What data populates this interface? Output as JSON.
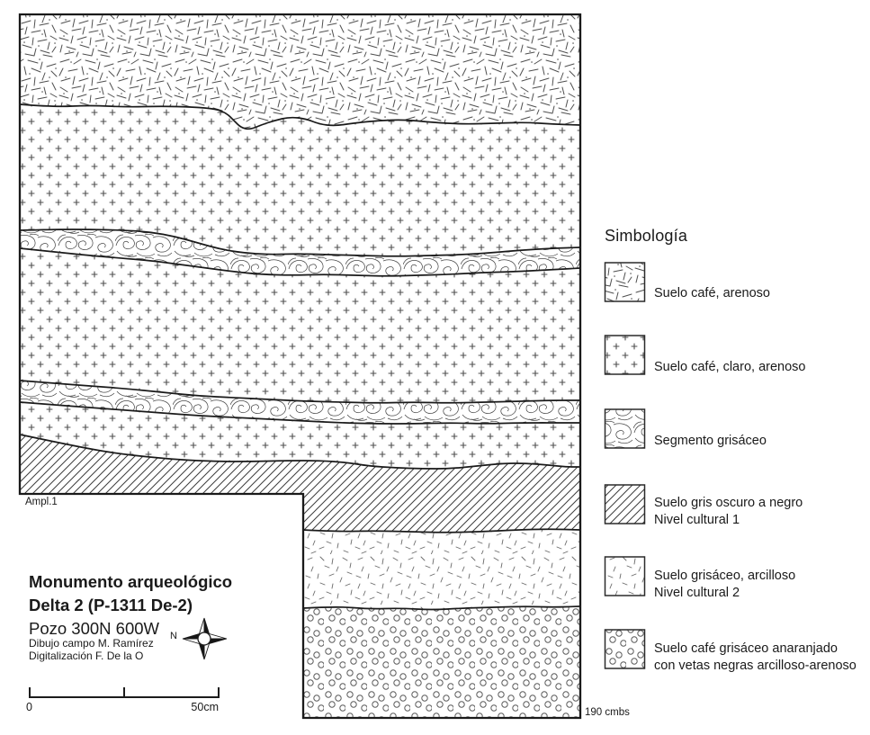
{
  "legend": {
    "title": "Simbología",
    "items": [
      {
        "pattern": "dashes",
        "line1": "Suelo café, arenoso",
        "line2": ""
      },
      {
        "pattern": "plus",
        "line1": "Suelo café, claro, arenoso",
        "line2": ""
      },
      {
        "pattern": "swirls",
        "line1": "Segmento grisáceo",
        "line2": ""
      },
      {
        "pattern": "hatch",
        "line1": "Suelo gris oscuro a negro",
        "line2": "Nivel cultural 1"
      },
      {
        "pattern": "sparse-dashes",
        "line1": "Suelo grisáceo, arcilloso",
        "line2": "Nivel cultural 2"
      },
      {
        "pattern": "circles",
        "line1": "Suelo café grisáceo anaranjado",
        "line2": "con vetas negras arcilloso-arenoso"
      }
    ]
  },
  "title_block": {
    "line1": "Monumento arqueológico",
    "line2": "Delta 2 (P-1311 De-2)",
    "line3": "Pozo 300N 600W",
    "credit1": "Dibujo campo M. Ramírez",
    "credit2": "Digitalización F. De la O"
  },
  "profile": {
    "detail_label": "Ampl.1",
    "depth_label": "190 cmbs",
    "layers_top_to_bottom": [
      "Suelo café, arenoso",
      "Suelo café, claro, arenoso",
      "Segmento grisáceo",
      "Suelo café, claro, arenoso",
      "Segmento grisáceo",
      "Suelo café, claro, arenoso",
      "Suelo gris oscuro a negro (Nivel cultural 1)",
      "Suelo grisáceo, arcilloso (Nivel cultural 2)",
      "Suelo café grisáceo anaranjado con vetas negras arcilloso-arenoso"
    ]
  },
  "compass": {
    "label": "N"
  },
  "scale_bar": {
    "start": "0",
    "end": "50cm"
  },
  "colors": {
    "line": "#1a1a1a",
    "pattern_mark": "#4f4f4f",
    "background": "#ffffff"
  }
}
